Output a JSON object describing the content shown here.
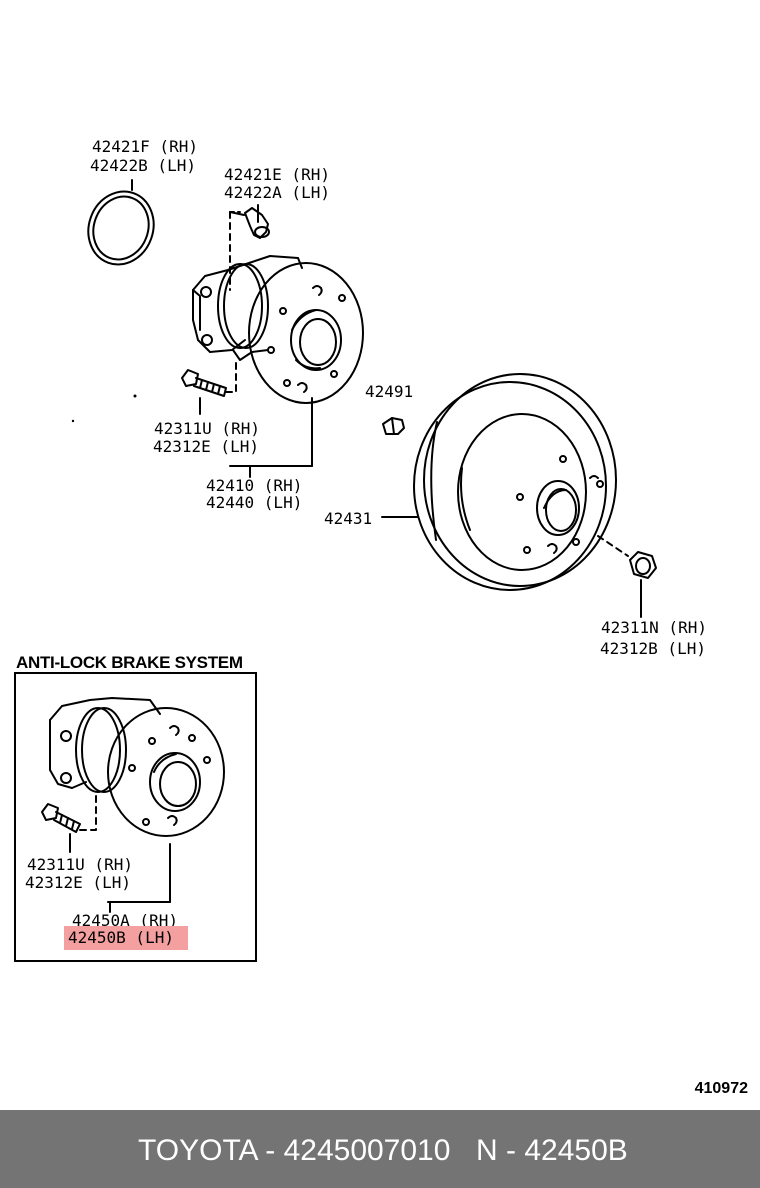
{
  "labels": {
    "o_ring_rh": "42421F (RH)",
    "o_ring_lh": "42422B (LH)",
    "bolt_top_rh": "42421E (RH)",
    "bolt_top_lh": "42422A (LH)",
    "hub_bolt_rh": "42311U (RH)",
    "hub_bolt_lh": "42312E (LH)",
    "hub_rh": "42410 (RH)",
    "hub_lh": "42440 (LH)",
    "plug": "42491",
    "disc": "42431",
    "nut_rh": "42311N (RH)",
    "nut_lh": "42312B (LH)"
  },
  "abs_section": {
    "title": "ANTI-LOCK BRAKE SYSTEM",
    "hub_bolt_rh": "42311U (RH)",
    "hub_bolt_lh": "42312E (LH)",
    "hub_rh": "42450A (RH)",
    "hub_lh": "42450B (LH)"
  },
  "highlight_color": "#f4a0a0",
  "diagram_ref": "410972",
  "footer": {
    "brand_part": "TOYOTA - 4245007010",
    "number": "N - 42450B",
    "background": "#747474"
  }
}
